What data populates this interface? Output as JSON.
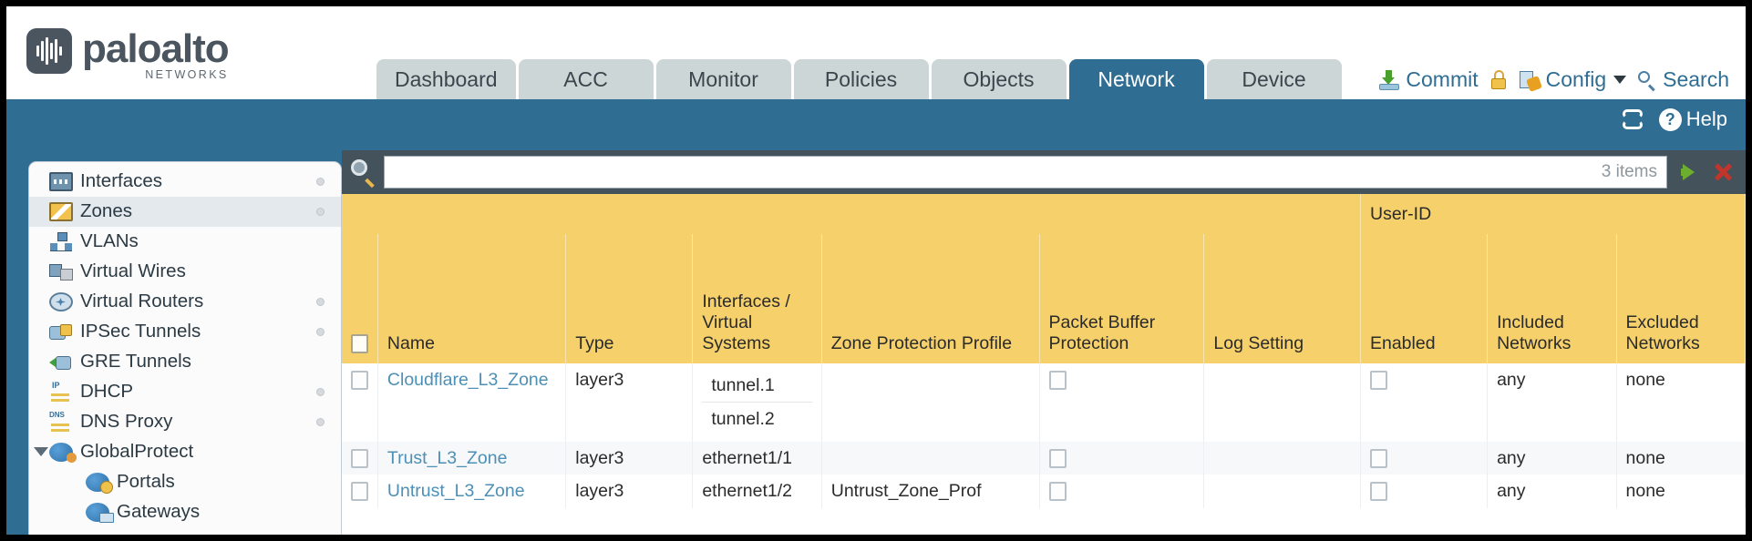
{
  "brand": {
    "name": "paloalto",
    "tagline": "NETWORKS"
  },
  "nav": {
    "tabs": [
      {
        "label": "Dashboard",
        "active": false
      },
      {
        "label": "ACC",
        "active": false
      },
      {
        "label": "Monitor",
        "active": false
      },
      {
        "label": "Policies",
        "active": false
      },
      {
        "label": "Objects",
        "active": false
      },
      {
        "label": "Network",
        "active": true
      },
      {
        "label": "Device",
        "active": false
      }
    ]
  },
  "top_actions": {
    "commit": "Commit",
    "config": "Config",
    "search": "Search"
  },
  "band": {
    "help": "Help"
  },
  "sidebar": {
    "items": [
      {
        "label": "Interfaces",
        "icon": "interfaces-icon",
        "selected": false,
        "dot": true,
        "child": false,
        "expander": false
      },
      {
        "label": "Zones",
        "icon": "zones-icon",
        "selected": true,
        "dot": true,
        "child": false,
        "expander": false
      },
      {
        "label": "VLANs",
        "icon": "vlans-icon",
        "selected": false,
        "dot": false,
        "child": false,
        "expander": false
      },
      {
        "label": "Virtual Wires",
        "icon": "virtual-wires-icon",
        "selected": false,
        "dot": false,
        "child": false,
        "expander": false
      },
      {
        "label": "Virtual Routers",
        "icon": "virtual-routers-icon",
        "selected": false,
        "dot": true,
        "child": false,
        "expander": false
      },
      {
        "label": "IPSec Tunnels",
        "icon": "ipsec-tunnels-icon",
        "selected": false,
        "dot": true,
        "child": false,
        "expander": false
      },
      {
        "label": "GRE Tunnels",
        "icon": "gre-tunnels-icon",
        "selected": false,
        "dot": false,
        "child": false,
        "expander": false
      },
      {
        "label": "DHCP",
        "icon": "dhcp-icon",
        "selected": false,
        "dot": true,
        "child": false,
        "expander": false
      },
      {
        "label": "DNS Proxy",
        "icon": "dns-proxy-icon",
        "selected": false,
        "dot": true,
        "child": false,
        "expander": false
      },
      {
        "label": "GlobalProtect",
        "icon": "globalprotect-icon",
        "selected": false,
        "dot": false,
        "child": false,
        "expander": true
      },
      {
        "label": "Portals",
        "icon": "portals-icon",
        "selected": false,
        "dot": false,
        "child": true,
        "expander": false
      },
      {
        "label": "Gateways",
        "icon": "gateways-icon",
        "selected": false,
        "dot": false,
        "child": true,
        "expander": false
      }
    ]
  },
  "search": {
    "value": "",
    "placeholder": "",
    "item_count": "3 items"
  },
  "table": {
    "group_header": "User-ID",
    "columns": [
      "Name",
      "Type",
      "Interfaces / Virtual Systems",
      "Zone Protection Profile",
      "Packet Buffer Protection",
      "Log Setting",
      "Enabled",
      "Included Networks",
      "Excluded Networks"
    ],
    "col_name": "Name",
    "col_type": "Type",
    "col_interfaces": "Interfaces / Virtual Systems",
    "col_zpp": "Zone Protection Profile",
    "col_pbp": "Packet Buffer Protection",
    "col_log": "Log Setting",
    "col_enabled": "Enabled",
    "col_included": "Included Networks",
    "col_excluded": "Excluded Networks",
    "rows": [
      {
        "name": "Cloudflare_L3_Zone",
        "type": "layer3",
        "interfaces": [
          "tunnel.1",
          "tunnel.2"
        ],
        "zone_protection_profile": "",
        "packet_buffer_protection": false,
        "log_setting": "",
        "userid_enabled": false,
        "included_networks": "any",
        "excluded_networks": "none",
        "selected": false
      },
      {
        "name": "Trust_L3_Zone",
        "type": "layer3",
        "interfaces": [
          "ethernet1/1"
        ],
        "zone_protection_profile": "",
        "packet_buffer_protection": false,
        "log_setting": "",
        "userid_enabled": false,
        "included_networks": "any",
        "excluded_networks": "none",
        "selected": false
      },
      {
        "name": "Untrust_L3_Zone",
        "type": "layer3",
        "interfaces": [
          "ethernet1/2"
        ],
        "zone_protection_profile": "Untrust_Zone_Prof",
        "packet_buffer_protection": false,
        "log_setting": "",
        "userid_enabled": false,
        "included_networks": "any",
        "excluded_networks": "none",
        "selected": false
      }
    ]
  },
  "colors": {
    "brand_blue": "#2f6d93",
    "header_gold": "#f5d06b",
    "group_gold": "#e4bb52",
    "toolbar_slate": "#44525c",
    "link": "#4d8fb5"
  }
}
